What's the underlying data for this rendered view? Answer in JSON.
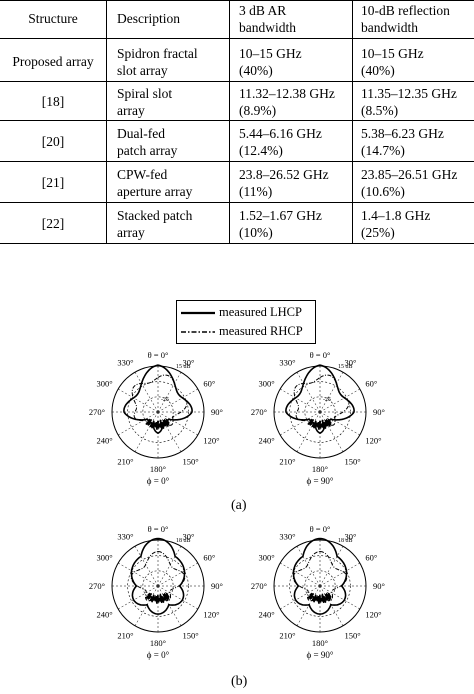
{
  "table": {
    "headers": [
      "Structure",
      "Description",
      "3 dB AR\nbandwidth",
      "10-dB reflection\nbandwidth"
    ],
    "rows": [
      [
        "Proposed array",
        "Spidron fractal\nslot array",
        "10–15 GHz\n(40%)",
        "10–15 GHz\n(40%)"
      ],
      [
        "[18]",
        "Spiral slot\narray",
        "11.32–12.38 GHz\n(8.9%)",
        "11.35–12.35 GHz\n(8.5%)"
      ],
      [
        "[20]",
        "Dual-fed\npatch array",
        "5.44–6.16 GHz\n(12.4%)",
        "5.38–6.23 GHz\n(14.7%)"
      ],
      [
        "[21]",
        "CPW-fed\naperture array",
        "23.8–26.52 GHz\n(11%)",
        "23.85–26.51 GHz\n(10.6%)"
      ],
      [
        "[22]",
        "Stacked patch\narray",
        "1.52–1.67 GHz\n(10%)",
        "1.4–1.8 GHz\n(25%)"
      ]
    ]
  },
  "legend": {
    "lhcp": "measured LHCP",
    "rhcp": "measured RHCP"
  },
  "angle_labels": [
    "θ = 0°",
    "30°",
    "60°",
    "90°",
    "120°",
    "150°",
    "180°",
    "210°",
    "240°",
    "270°",
    "300°",
    "330°"
  ],
  "plots": [
    {
      "range_label": "15 dB",
      "inner_label": "-25",
      "cut_label": "ϕ = 0°"
    },
    {
      "range_label": "15 dB",
      "inner_label": "-25",
      "cut_label": "ϕ = 90°"
    },
    {
      "range_label": "18 dB",
      "inner_label": "",
      "cut_label": "ϕ = 0°"
    },
    {
      "range_label": "18 dB",
      "inner_label": "",
      "cut_label": "ϕ = 90°"
    }
  ],
  "captions": {
    "a": "(a)",
    "b": "(b)"
  }
}
